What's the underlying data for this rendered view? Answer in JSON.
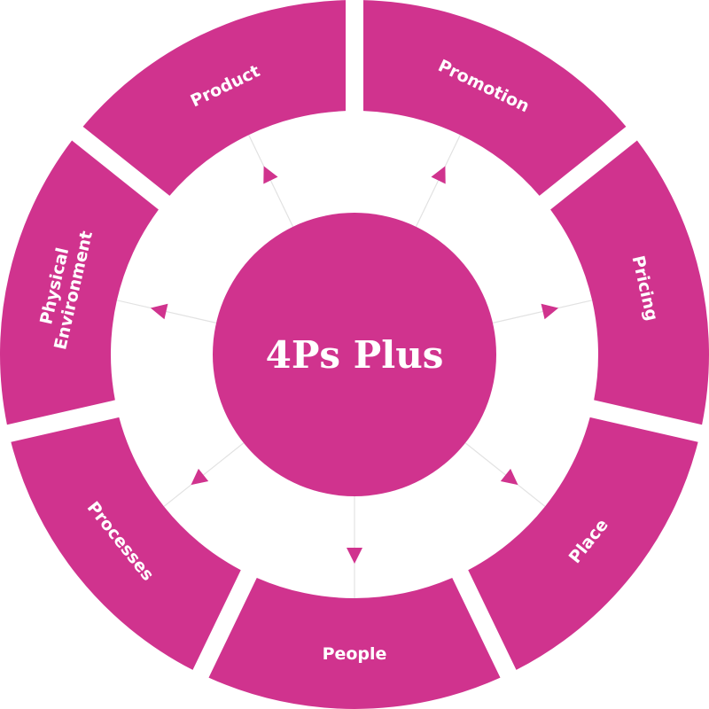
{
  "center": {
    "label": "4Ps Plus"
  },
  "colors": {
    "accent": "#D0338E",
    "connector": "#E2E2E2",
    "text": "#FFFFFF"
  },
  "segments": [
    {
      "label": "People"
    },
    {
      "label": "Place"
    },
    {
      "label": "Pricing"
    },
    {
      "label": "Promotion"
    },
    {
      "label": "Product"
    },
    {
      "label": "Physical Environment"
    },
    {
      "label": "Processes"
    }
  ]
}
